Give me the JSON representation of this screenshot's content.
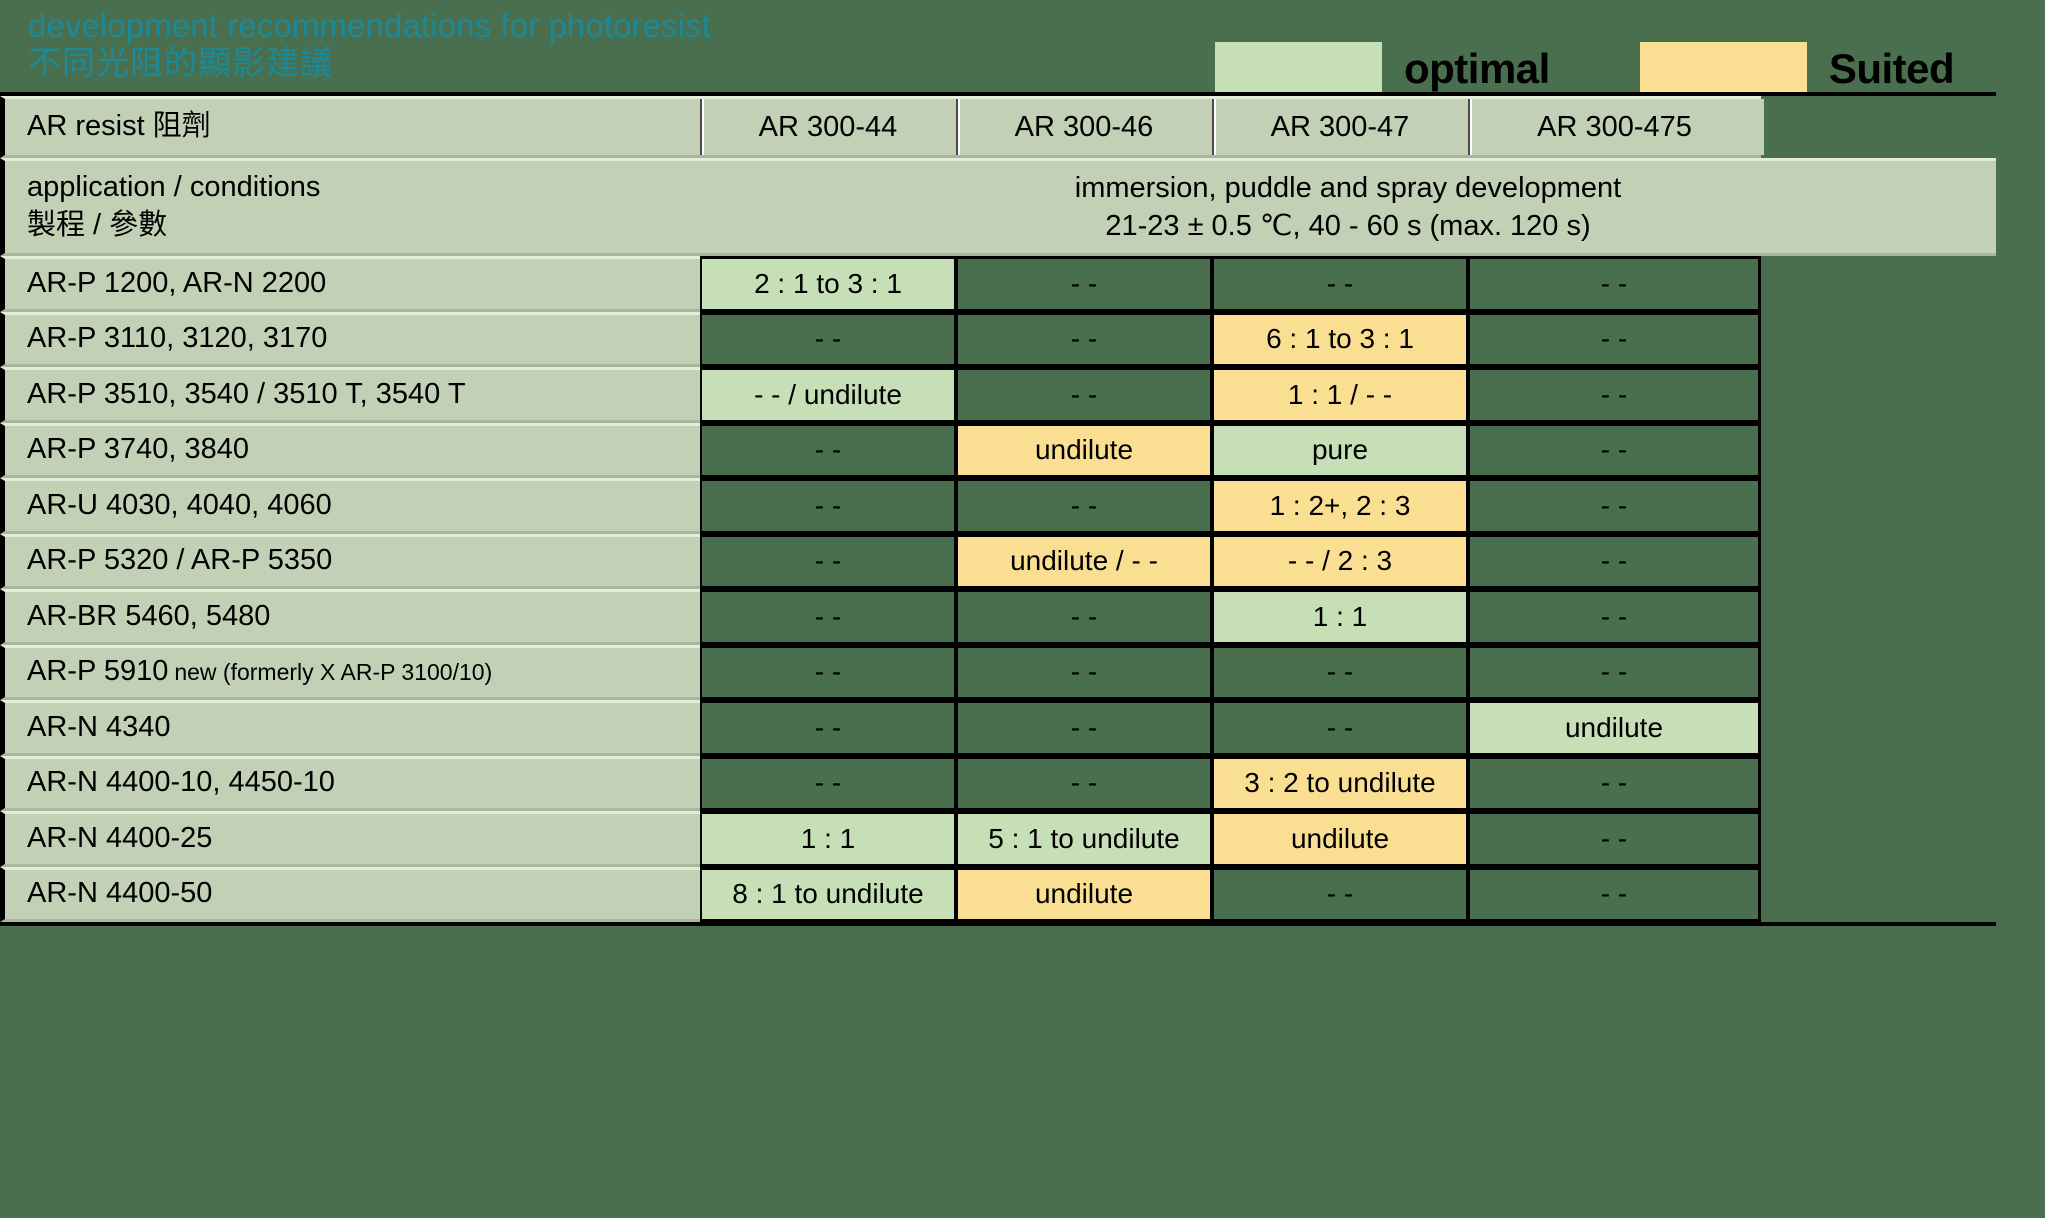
{
  "title": {
    "line_en": "development recommendations for photoresist",
    "line_zh": "不同光阻的顯影建議",
    "color": "#1a8a9a"
  },
  "legend": {
    "items": [
      {
        "label": "optimal",
        "color": "#c7dfb6",
        "key": "optimal"
      },
      {
        "label": "Suited",
        "color": "#fadf93",
        "key": "suited"
      }
    ]
  },
  "colors": {
    "background": "#4a6f4e",
    "header_cell": "#c2d0b6",
    "optimal": "#c7dfb6",
    "suited": "#fadf93",
    "none": "#4a6f4e"
  },
  "table": {
    "header": {
      "row_label": "AR resist 阻劑",
      "columns": [
        "AR 300-44",
        "AR 300-46",
        "AR 300-47",
        "AR 300-475"
      ]
    },
    "conditions": {
      "label_line1": "application / conditions",
      "label_line2": "製程 / 參數",
      "value_line1": "immersion, puddle and spray development",
      "value_line2": "21-23 ± 0.5 ℃, 40 - 60 s (max. 120 s)"
    },
    "rows": [
      {
        "label": "AR-P 1200, AR-N 2200",
        "label_suffix": "",
        "cells": [
          {
            "text": "2 : 1 to 3 : 1",
            "state": "optimal"
          },
          {
            "text": "- -",
            "state": "none"
          },
          {
            "text": "- -",
            "state": "none"
          },
          {
            "text": "- -",
            "state": "none"
          }
        ]
      },
      {
        "label": "AR-P 3110, 3120, 3170",
        "label_suffix": "",
        "cells": [
          {
            "text": "- -",
            "state": "none"
          },
          {
            "text": "- -",
            "state": "none"
          },
          {
            "text": "6 : 1 to 3 : 1",
            "state": "suited"
          },
          {
            "text": "- -",
            "state": "none"
          }
        ]
      },
      {
        "label": "AR-P 3510, 3540 / 3510 T, 3540 T",
        "label_suffix": "",
        "cells": [
          {
            "text": "- - / undilute",
            "state": "optimal"
          },
          {
            "text": "- -",
            "state": "none"
          },
          {
            "text": "1 : 1 / - -",
            "state": "suited"
          },
          {
            "text": "- -",
            "state": "none"
          }
        ]
      },
      {
        "label": "AR-P 3740, 3840",
        "label_suffix": "",
        "cells": [
          {
            "text": "- -",
            "state": "none"
          },
          {
            "text": "undilute",
            "state": "suited"
          },
          {
            "text": "pure",
            "state": "optimal"
          },
          {
            "text": "- -",
            "state": "none"
          }
        ]
      },
      {
        "label": "AR-U 4030, 4040, 4060",
        "label_suffix": "",
        "cells": [
          {
            "text": "- -",
            "state": "none"
          },
          {
            "text": "- -",
            "state": "none"
          },
          {
            "text": "1 : 2+, 2 : 3",
            "state": "suited"
          },
          {
            "text": "- -",
            "state": "none"
          }
        ]
      },
      {
        "label": "AR-P 5320 / AR-P 5350",
        "label_suffix": "",
        "cells": [
          {
            "text": "- -",
            "state": "none"
          },
          {
            "text": "undilute / - -",
            "state": "suited"
          },
          {
            "text": "- - / 2 : 3",
            "state": "suited"
          },
          {
            "text": "- -",
            "state": "none"
          }
        ]
      },
      {
        "label": "AR-BR 5460, 5480",
        "label_suffix": "",
        "cells": [
          {
            "text": "- -",
            "state": "none"
          },
          {
            "text": "- -",
            "state": "none"
          },
          {
            "text": "1 : 1",
            "state": "optimal"
          },
          {
            "text": "- -",
            "state": "none"
          }
        ]
      },
      {
        "label": "AR-P 5910",
        "label_suffix": "new (formerly X AR-P 3100/10)",
        "cells": [
          {
            "text": "- -",
            "state": "none"
          },
          {
            "text": "- -",
            "state": "none"
          },
          {
            "text": "- -",
            "state": "none"
          },
          {
            "text": "- -",
            "state": "none"
          }
        ]
      },
      {
        "label": "AR-N 4340",
        "label_suffix": "",
        "cells": [
          {
            "text": "- -",
            "state": "none"
          },
          {
            "text": "- -",
            "state": "none"
          },
          {
            "text": "- -",
            "state": "none"
          },
          {
            "text": "undilute",
            "state": "optimal"
          }
        ]
      },
      {
        "label": "AR-N 4400-10, 4450-10",
        "label_suffix": "",
        "cells": [
          {
            "text": "- -",
            "state": "none"
          },
          {
            "text": "- -",
            "state": "none"
          },
          {
            "text": "3 : 2 to undilute",
            "state": "suited"
          },
          {
            "text": "- -",
            "state": "none"
          }
        ]
      },
      {
        "label": "AR-N 4400-25",
        "label_suffix": "",
        "cells": [
          {
            "text": "1 : 1",
            "state": "optimal"
          },
          {
            "text": "5 : 1 to undilute",
            "state": "optimal"
          },
          {
            "text": "undilute",
            "state": "suited"
          },
          {
            "text": "- -",
            "state": "none"
          }
        ]
      },
      {
        "label": "AR-N 4400-50",
        "label_suffix": "",
        "cells": [
          {
            "text": "8 : 1 to undilute",
            "state": "optimal"
          },
          {
            "text": "undilute",
            "state": "suited"
          },
          {
            "text": "- -",
            "state": "none"
          },
          {
            "text": "- -",
            "state": "none"
          }
        ]
      }
    ]
  }
}
